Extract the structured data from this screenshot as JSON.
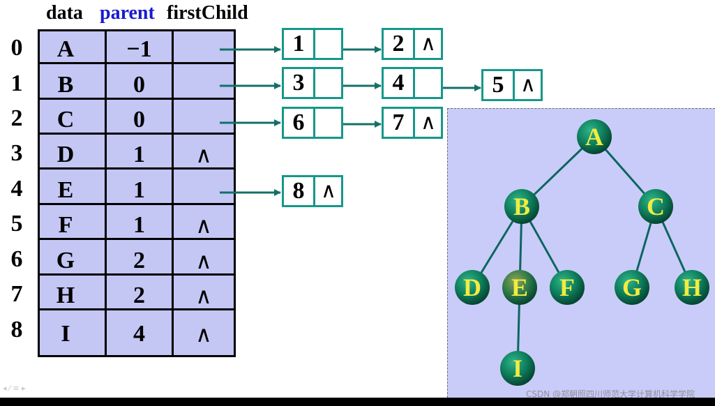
{
  "header": {
    "col_data": "data",
    "col_parent": "parent",
    "col_first": "firstChild"
  },
  "table": {
    "rows": [
      {
        "index": "0",
        "data": "A",
        "parent": "−1",
        "first": ""
      },
      {
        "index": "1",
        "data": "B",
        "parent": "0",
        "first": ""
      },
      {
        "index": "2",
        "data": "C",
        "parent": "0",
        "first": ""
      },
      {
        "index": "3",
        "data": "D",
        "parent": "1",
        "first": "∧"
      },
      {
        "index": "4",
        "data": "E",
        "parent": "1",
        "first": ""
      },
      {
        "index": "5",
        "data": "F",
        "parent": "1",
        "first": "∧"
      },
      {
        "index": "6",
        "data": "G",
        "parent": "2",
        "first": "∧"
      },
      {
        "index": "7",
        "data": "H",
        "parent": "2",
        "first": "∧"
      },
      {
        "index": "8",
        "data": "I",
        "parent": "4",
        "first": "∧"
      }
    ]
  },
  "child_lists": [
    {
      "row": "0",
      "nodes": [
        {
          "value": "1",
          "next": ""
        },
        {
          "value": "2",
          "next": "∧"
        }
      ]
    },
    {
      "row": "1",
      "nodes": [
        {
          "value": "3",
          "next": ""
        },
        {
          "value": "4",
          "next": ""
        },
        {
          "value": "5",
          "next": "∧"
        }
      ]
    },
    {
      "row": "2",
      "nodes": [
        {
          "value": "6",
          "next": ""
        },
        {
          "value": "7",
          "next": "∧"
        }
      ]
    },
    {
      "row": "4",
      "nodes": [
        {
          "value": "8",
          "next": "∧"
        }
      ]
    }
  ],
  "tree": {
    "nodes": [
      {
        "id": "A",
        "label": "A"
      },
      {
        "id": "B",
        "label": "B"
      },
      {
        "id": "C",
        "label": "C"
      },
      {
        "id": "D",
        "label": "D"
      },
      {
        "id": "E",
        "label": "E"
      },
      {
        "id": "F",
        "label": "F"
      },
      {
        "id": "G",
        "label": "G"
      },
      {
        "id": "H",
        "label": "H"
      },
      {
        "id": "I",
        "label": "I"
      }
    ],
    "edges": [
      [
        "A",
        "B"
      ],
      [
        "A",
        "C"
      ],
      [
        "B",
        "D"
      ],
      [
        "B",
        "E"
      ],
      [
        "B",
        "F"
      ],
      [
        "C",
        "G"
      ],
      [
        "C",
        "H"
      ],
      [
        "E",
        "I"
      ]
    ]
  },
  "colors": {
    "table_bg": "#c4c6f4",
    "node_border": "#17978a",
    "arrow": "#137068",
    "tree_bg": "#c9ccf8",
    "tree_node": "#0f7a5a",
    "tree_label": "#f2ec40",
    "parent_header": "#1a1ad0"
  },
  "watermark": "CSDN @郑朝照四川师范大学计算机科学学院"
}
